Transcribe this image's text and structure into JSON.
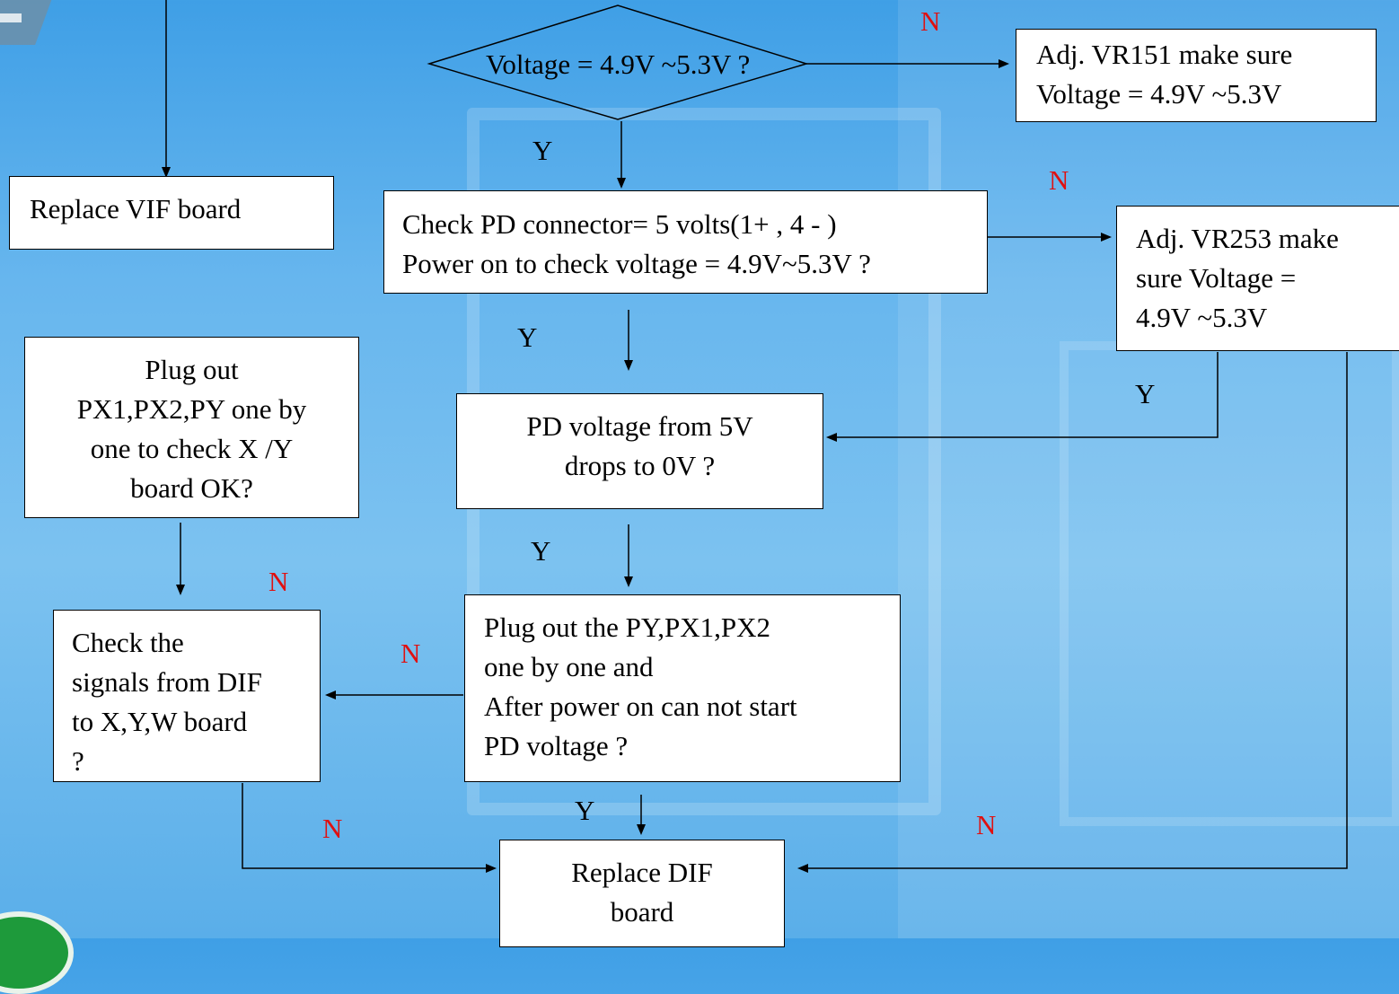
{
  "nodes": {
    "decision_voltage": "Voltage = 4.9V ~5.3V ?",
    "adj_vr151": "Adj. VR151 make sure\nVoltage = 4.9V ~5.3V",
    "replace_vif": "Replace VIF board",
    "check_pd_connector": "Check PD connector= 5 volts(1+ , 4 - )\nPower on to check voltage = 4.9V~5.3V ?",
    "adj_vr253": "Adj. VR253 make\nsure  Voltage =\n4.9V ~5.3V",
    "plug_out_px": "Plug out\nPX1,PX2,PY one by\none to check X /Y\nboard OK?",
    "pd_voltage_drop": "PD voltage from 5V\ndrops to 0V ?",
    "check_signals": "Check the\nsignals from DIF\nto X,Y,W board\n?",
    "plug_out_py": "Plug out the PY,PX1,PX2\none by one and\nAfter power on can not start\nPD voltage ?",
    "replace_dif": "Replace DIF\nboard"
  },
  "labels": {
    "n1": "N",
    "y1": "Y",
    "n2": "N",
    "y2": "Y",
    "y3": "Y",
    "y4": "Y",
    "n3": "N",
    "n4": "N",
    "y5": "Y",
    "n5": "N",
    "n6": "N"
  },
  "colors": {
    "yes_label": "#000000",
    "no_label": "#e01010",
    "background": "#5aaee9"
  }
}
